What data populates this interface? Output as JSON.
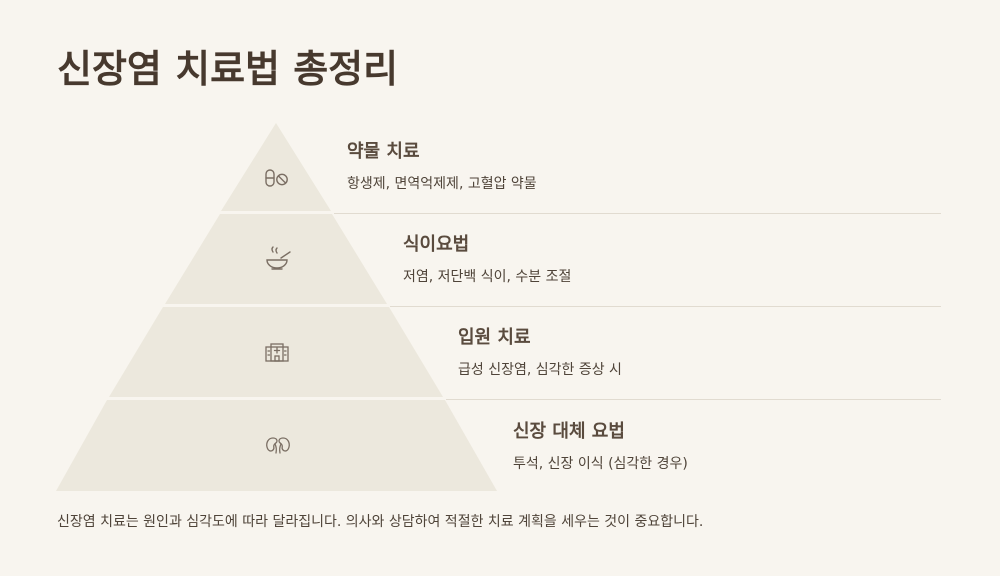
{
  "title": "신장염 치료법 총정리",
  "tiers": [
    {
      "title": "약물 치료",
      "description": "항생제, 면역억제제, 고혈압 약물",
      "icon": "pill-icon"
    },
    {
      "title": "식이요법",
      "description": "저염, 저단백 식이, 수분 조절",
      "icon": "bowl-icon"
    },
    {
      "title": "입원 치료",
      "description": "급성 신장염, 심각한 증상 시",
      "icon": "hospital-icon"
    },
    {
      "title": "신장 대체 요법",
      "description": "투석, 신장 이식 (심각한 경우)",
      "icon": "kidney-icon"
    }
  ],
  "footer": "신장염 치료는 원인과 심각도에 따라 달라집니다. 의사와 상담하여 적절한 치료 계획을 세우는 것이 중요합니다.",
  "colors": {
    "background": "#f8f5ef",
    "tier_fill": "#ece8dd",
    "line": "#e1dbd0",
    "icon": "#7a6e63"
  }
}
